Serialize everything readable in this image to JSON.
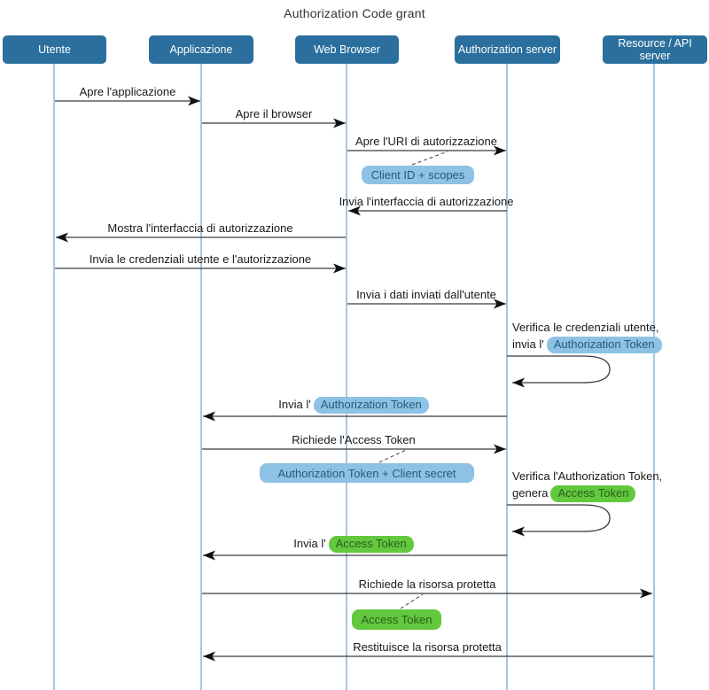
{
  "title": "Authorization Code grant",
  "actors": [
    {
      "label": "Utente"
    },
    {
      "label": "Applicazione"
    },
    {
      "label": "Web Browser"
    },
    {
      "label": "Authorization server"
    },
    {
      "label": "Resource / API server"
    }
  ],
  "messages": [
    {
      "label": "Apre l'applicazione"
    },
    {
      "label": "Apre il browser"
    },
    {
      "label": "Apre l'URI di autorizzazione"
    },
    {
      "label": "Invia l'interfaccia di autorizzazione"
    },
    {
      "label": "Mostra l'interfaccia di autorizzazione"
    },
    {
      "label": "Invia le credenziali utente e l'autorizzazione"
    },
    {
      "label": "Invia i dati inviati dall'utente"
    },
    {
      "label": "Invia l'",
      "tag": "Authorization Token"
    },
    {
      "label": "Richiede l'Access Token"
    },
    {
      "label": "Invia l'",
      "tag": "Access Token"
    },
    {
      "label": "Richiede la risorsa protetta"
    },
    {
      "label": "Restituisce la risorsa protetta"
    }
  ],
  "self_messages": [
    {
      "line1": "Verifica le credenziali utente,",
      "line2_prefix": "invia l'",
      "tag": "Authorization Token"
    },
    {
      "line1": "Verifica l'Authorization Token,",
      "line2_prefix": "genera",
      "tag": "Access Token"
    }
  ],
  "notes": [
    {
      "text": "Client ID + scopes"
    },
    {
      "text": "Authorization Token + Client secret"
    },
    {
      "text": "Access Token"
    }
  ],
  "colors": {
    "actor_fill": "#2a6f9d",
    "actor_text": "#ffffff",
    "lifeline": "#a9c6de",
    "arrow": "#3a3a3a",
    "note_blue_bg": "#8ec2e5",
    "note_blue_text": "#265a7a",
    "note_green_bg": "#62c83e",
    "note_green_text": "#2b5e1e"
  }
}
